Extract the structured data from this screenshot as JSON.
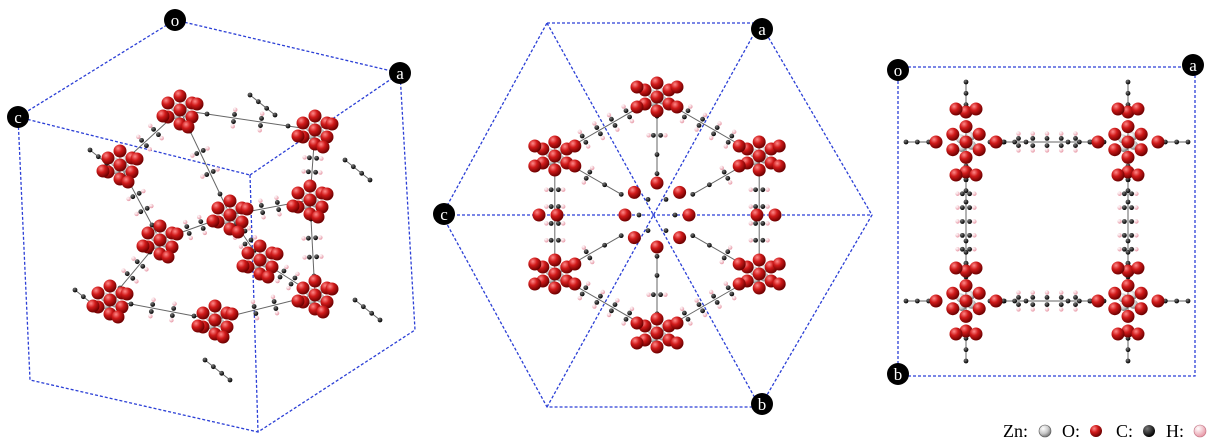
{
  "panels": [
    {
      "id": "perspective-view",
      "axis_labels": {
        "o": "o",
        "a": "a",
        "c": "c"
      }
    },
    {
      "id": "body-diagonal-view",
      "axis_labels": {
        "a": "a",
        "b": "b",
        "c": "c"
      }
    },
    {
      "id": "axis-aligned-view",
      "axis_labels": {
        "o": "o",
        "a": "a",
        "b": "b"
      }
    }
  ],
  "legend": [
    {
      "label": "Zn:",
      "element": "Zn",
      "color": "#c8c8c8"
    },
    {
      "label": "O:",
      "element": "O",
      "color": "#d11a1a"
    },
    {
      "label": "C:",
      "element": "C",
      "color": "#111111"
    },
    {
      "label": "H:",
      "element": "H",
      "color": "#f4b6c2"
    }
  ],
  "colors": {
    "cell_edge": "#2b3fd6",
    "bond": "#555555",
    "zn": "#c8c8c8",
    "oxygen": "#d11a1a",
    "carbon": "#111111",
    "hydrogen": "#f4b6c2"
  }
}
